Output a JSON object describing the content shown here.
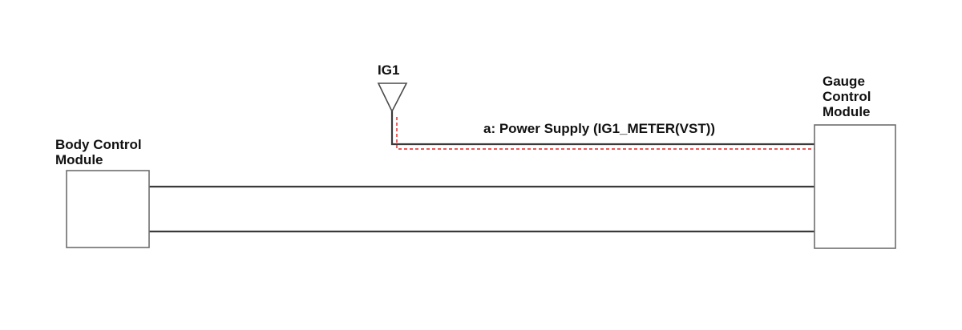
{
  "power_source": {
    "label": "IG1",
    "icon": "ground-triangle-icon"
  },
  "modules": {
    "body": {
      "line1": "Body Control",
      "line2": "Module"
    },
    "gauge": {
      "line1": "Gauge",
      "line2": "Control",
      "line3": "Module"
    }
  },
  "wires": {
    "power_supply": {
      "label": "a: Power Supply (IG1_METER(VST))"
    }
  },
  "colors": {
    "wire": "#3a3a3a",
    "box_border": "#6e6e6e",
    "highlight_path": "#e02020",
    "text": "#111111"
  }
}
